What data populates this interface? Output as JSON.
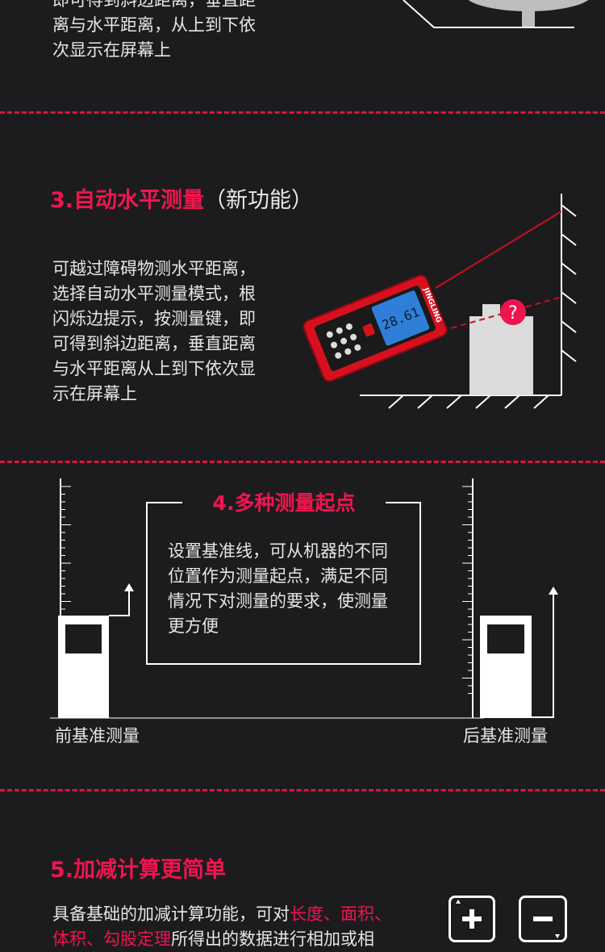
{
  "section2": {
    "lines_tail": [
      "即可得到斜边距离，垂直距",
      "离与水平距离，从上到下依",
      "次显示在屏幕上"
    ]
  },
  "section3": {
    "title": "3.自动水平测量",
    "title_suffix": "（新功能）",
    "lines": [
      "可越过障碍物测水平距离，",
      "选择自动水平测量模式，根",
      "闪烁边提示，按测量键，即",
      "可得到斜边距离，垂直距离",
      "与水平距离从上到下依次显",
      "示在屏幕上"
    ],
    "device_brand": "JINGLING",
    "device_reading": "28.61",
    "question_mark": "?"
  },
  "section4": {
    "title": "4.多种测量起点",
    "lines": [
      "设置基准线，可从机器的不同",
      "位置作为测量起点，满足不同",
      "情况下对测量的要求，使测量",
      "更方便"
    ],
    "front_label": "前基准测量",
    "rear_label": "后基准测量"
  },
  "section5": {
    "title": "5.加减计算更简单",
    "line1_plain": "具备基础的加减计算功能，可对",
    "line1_red": "长度、面积、",
    "line2_red": "体积、勾股定理",
    "line2_plain": "所得出的数据进行相加或相",
    "plus_symbol": "+",
    "minus_symbol": "−"
  },
  "colors": {
    "background": "#1c1c1e",
    "accent_red": "#f0144e",
    "divider_red": "#e0133e",
    "device_red": "#d8101e",
    "screen_blue": "#2f7fd8"
  }
}
